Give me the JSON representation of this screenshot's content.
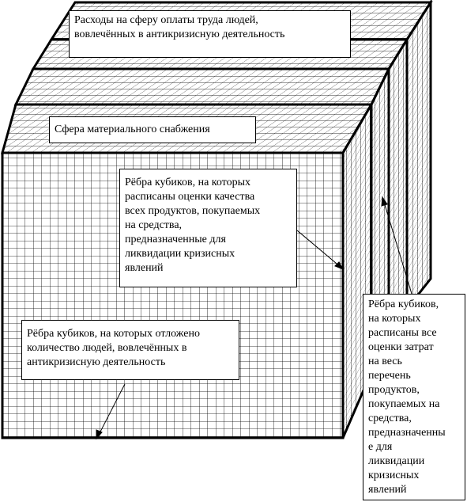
{
  "diagram": {
    "labels": {
      "payroll_costs": "Расходы на сферу оплаты труда людей,\nвовлечённых в антикризисную деятельность",
      "material_supply": "Сфера материального снабжения",
      "quality_edges": "Рёбра кубиков, на которых\nрасписаны оценки качества\nвсех продуктов, покупаемых\nна средства,\nпредназначенные для\nликвидации кризисных\nявлений",
      "people_edges": "Рёбра кубиков, на которых отложено\nколичество людей, вовлечённых в\nантикризисную деятельность",
      "cost_edges": "Рёбра кубиков,\nна которых\nрасписаны все\nоценки затрат\nна весь\nперечень\nпродуктов,\nпокупаемых на\nсредства,\nпредназначенны\nе для\nликвидации\nкризисных\nявлений"
    },
    "colors": {
      "line": "#000000",
      "background": "#ffffff"
    }
  }
}
